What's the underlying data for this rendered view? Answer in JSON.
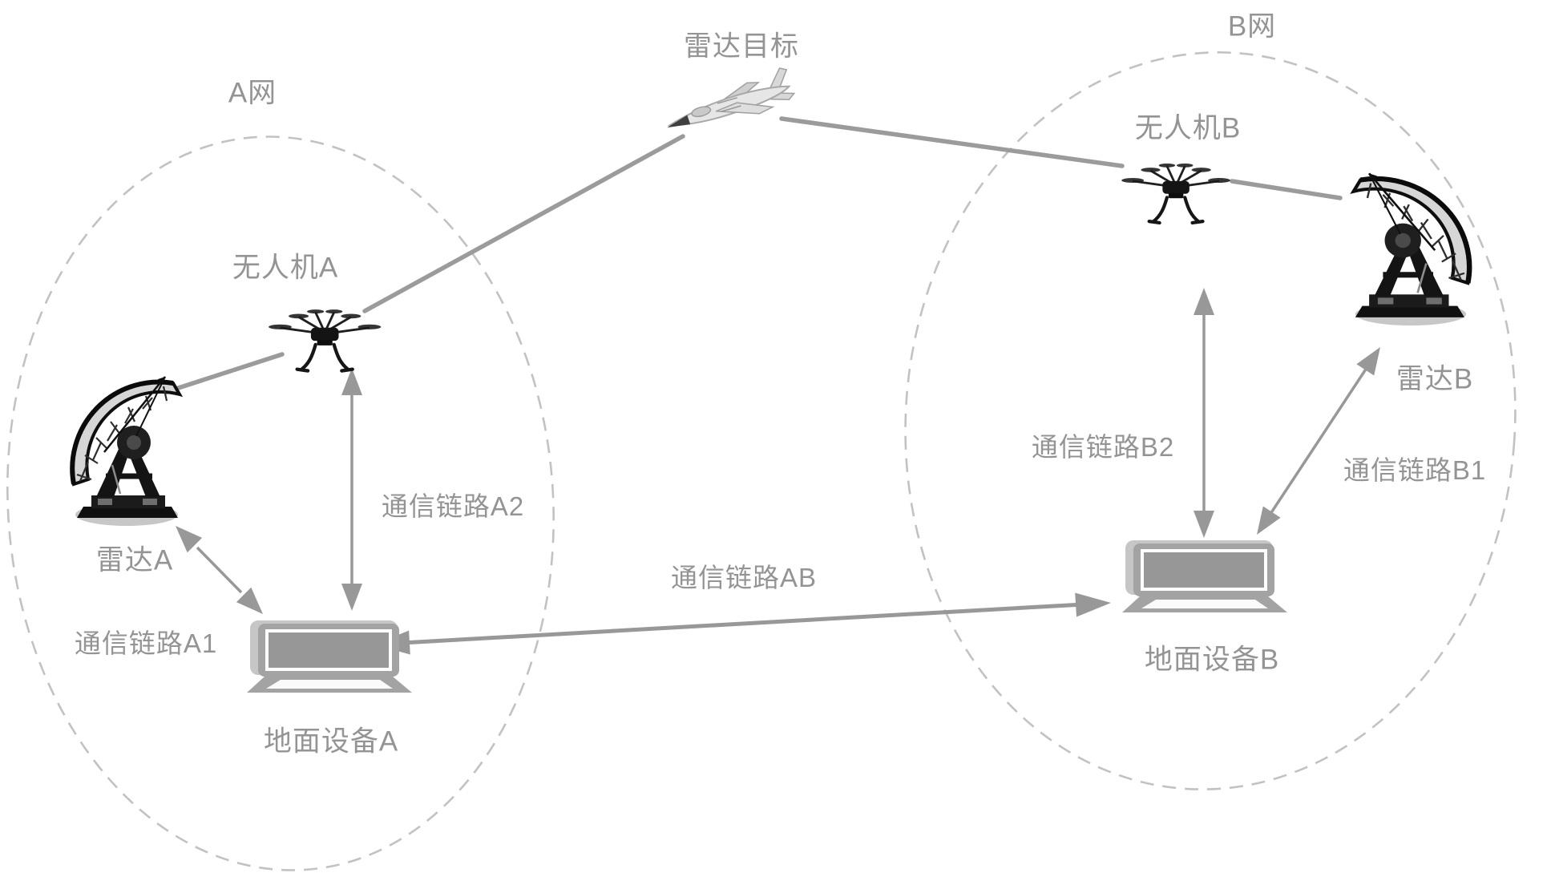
{
  "figure": {
    "radar_target_label": "雷达目标",
    "comm_link_ab_label": "通信链路AB",
    "network_a": {
      "name": "A网",
      "uav_label": "无人机A",
      "radar_label": "雷达A",
      "ground_label": "地面设备A",
      "link1_label": "通信链路A1",
      "link2_label": "通信链路A2"
    },
    "network_b": {
      "name": "B网",
      "uav_label": "无人机B",
      "radar_label": "雷达B",
      "ground_label": "地面设备B",
      "link1_label": "通信链路B1",
      "link2_label": "通信链路B2"
    },
    "icons": {
      "target": "fighter-jet-icon",
      "uav": "hexacopter-drone-icon",
      "radar": "radar-dish-icon",
      "ground": "laptop-icon"
    },
    "colors": {
      "label_text": "#949494",
      "connector_line": "#9b9b9b",
      "arrow": "#989898",
      "dashed_boundary": "#c2c2c2",
      "laptop_body": "#a3a3a3",
      "laptop_screen": "#979797",
      "icon_dark": "#161616",
      "shadow": "#c7c7c7",
      "jet_body": "#e6e6e6",
      "background": "#ffffff"
    }
  }
}
